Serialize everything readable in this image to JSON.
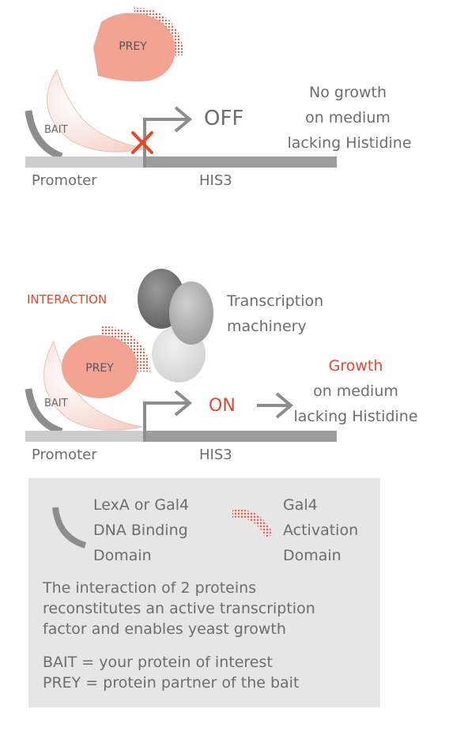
{
  "top_panel": {
    "prey_label": "PREY",
    "bait_label": "BAIT",
    "state_label": "OFF",
    "result_lines": [
      "No growth",
      "on medium",
      "lacking Histidine"
    ],
    "promoter_label": "Promoter",
    "gene_label": "HIS3"
  },
  "bottom_panel": {
    "interaction_label": "INTERACTION",
    "machinery_lines": [
      "Transcription",
      "machinery"
    ],
    "prey_label": "PREY",
    "bait_label": "BAIT",
    "state_label": "ON",
    "growth_label": "Growth",
    "result_lines": [
      "on medium",
      "lacking Histidine"
    ],
    "promoter_label": "Promoter",
    "gene_label": "HIS3"
  },
  "legend": {
    "dbd_lines": [
      "LexA or Gal4",
      "DNA Binding",
      "Domain"
    ],
    "ad_lines": [
      "Gal4",
      "Activation",
      "Domain"
    ],
    "note_lines": [
      "The interaction of 2 proteins",
      "reconstitutes an active transcription",
      "factor and enables yeast growth"
    ],
    "def_lines": [
      "BAIT = your protein of interest",
      "PREY = protein partner of the bait"
    ]
  },
  "colors": {
    "prey": "#f2a392",
    "dots": "#e85a40",
    "bait_crescent": "#f7d9d1",
    "dbd": "#8d8d8d",
    "dna": "#9c9c9c",
    "promoter": "#cccccc",
    "off_x": "#e8452a",
    "accent_red": "#e2472d",
    "legend_bg": "#e6e6e6"
  }
}
